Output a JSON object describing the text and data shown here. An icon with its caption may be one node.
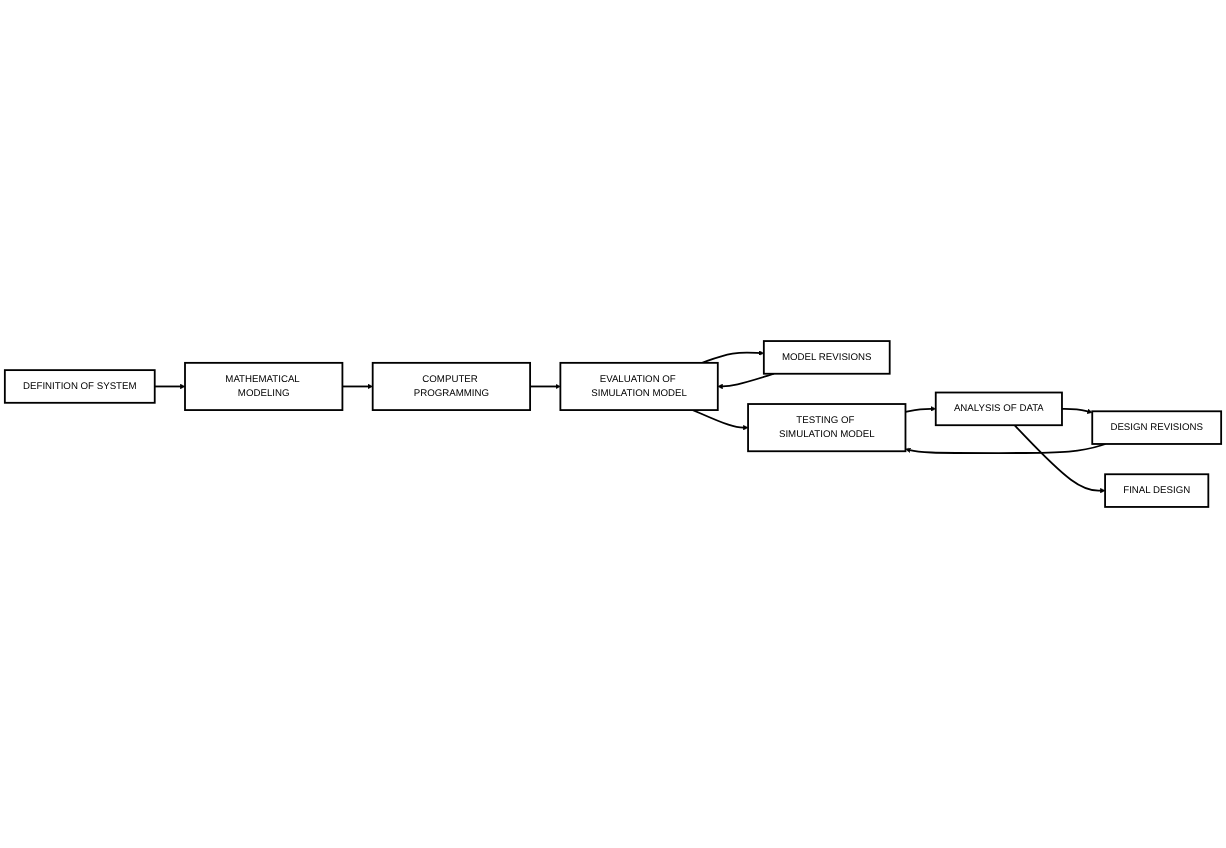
{
  "diagram": {
    "nodes": [
      {
        "text": [
          "DEFINITION OF SYSTEM"
        ]
      },
      {
        "text": [
          "MATHEMATICAL MODELING"
        ]
      },
      {
        "text": [
          "COMPUTER PROGRAMMING"
        ]
      },
      {
        "text": [
          "MODEL REVISIONS"
        ]
      },
      {
        "text": [
          "EVALUATION OF SIMULATION MODEL"
        ]
      },
      {
        "text": [
          "FINAL DESIGN"
        ]
      },
      {
        "text": [
          "DESIGN REVISIONS"
        ]
      },
      {
        "text": [
          "ANALYSIS OF DATA"
        ]
      },
      {
        "text": [
          "TESTING OF SIMULATION MODEL"
        ]
      }
    ],
    "edges": [
      {
        "from": 0,
        "to": 1,
        "arrow": "to"
      },
      {
        "from": 1,
        "to": 2,
        "arrow": "to"
      },
      {
        "from": 2,
        "to": 4,
        "arrow": "to"
      },
      {
        "from": 4,
        "to": 3,
        "arrow": "to"
      },
      {
        "from": 3,
        "to": 4,
        "arrow": "to"
      },
      {
        "from": 4,
        "to": 8,
        "arrow": "to"
      },
      {
        "from": 8,
        "to": 7,
        "arrow": "to"
      },
      {
        "from": 7,
        "to": 6,
        "arrow": "to"
      },
      {
        "from": 6,
        "to": 8,
        "arrow": "to"
      },
      {
        "from": 7,
        "to": 5,
        "arrow": "to"
      }
    ]
  }
}
